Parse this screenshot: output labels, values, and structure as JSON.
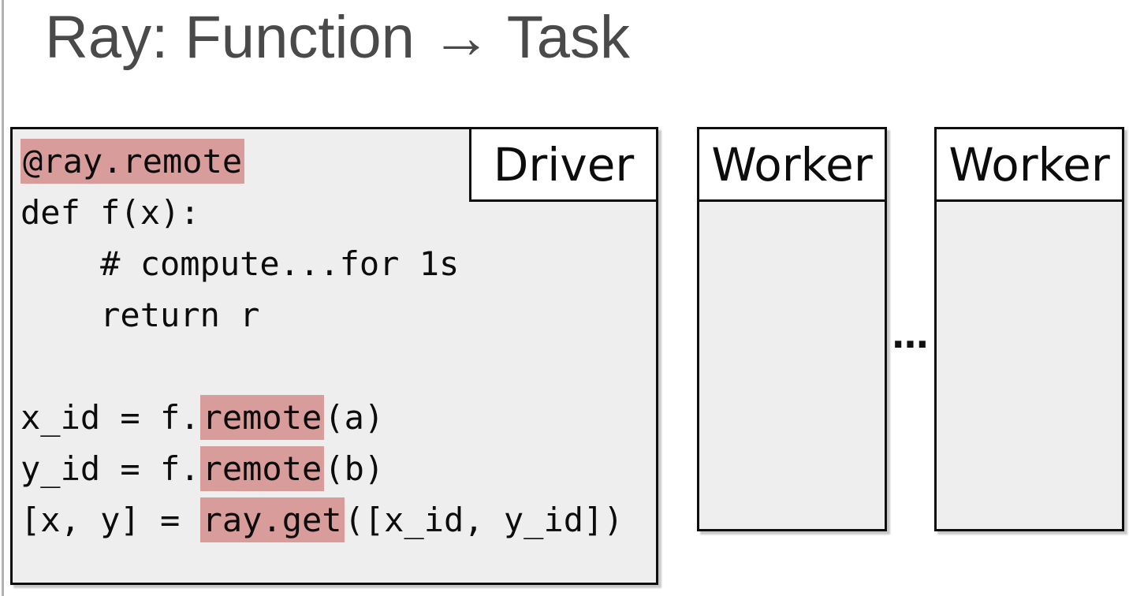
{
  "slide": {
    "title": "Ray: Function → Task",
    "ellipsis": "…"
  },
  "driver": {
    "label": "Driver"
  },
  "workers": [
    {
      "label": "Worker"
    },
    {
      "label": "Worker"
    }
  ],
  "code": {
    "lines": [
      {
        "pre": "",
        "hl": "@ray.remote",
        "post": ""
      },
      {
        "pre": "def f(x):",
        "hl": "",
        "post": ""
      },
      {
        "pre": "    # compute...for 1s",
        "hl": "",
        "post": ""
      },
      {
        "pre": "    return r",
        "hl": "",
        "post": ""
      },
      {
        "pre": "",
        "hl": "",
        "post": ""
      },
      {
        "pre": "x_id = f.",
        "hl": "remote",
        "post": "(a)"
      },
      {
        "pre": "y_id = f.",
        "hl": "remote",
        "post": "(b)"
      },
      {
        "pre": "[x, y] = ",
        "hl": "ray.get",
        "post": "([x_id, y_id])"
      }
    ]
  },
  "colors": {
    "highlight": "#d89c9a",
    "box_fill": "#eeeeee",
    "box_border": "#0e0e0e",
    "title_text": "#4a4a4a",
    "code_text": "#0c0c0c",
    "edge_line": "#b2b2b2",
    "background": "#ffffff"
  }
}
